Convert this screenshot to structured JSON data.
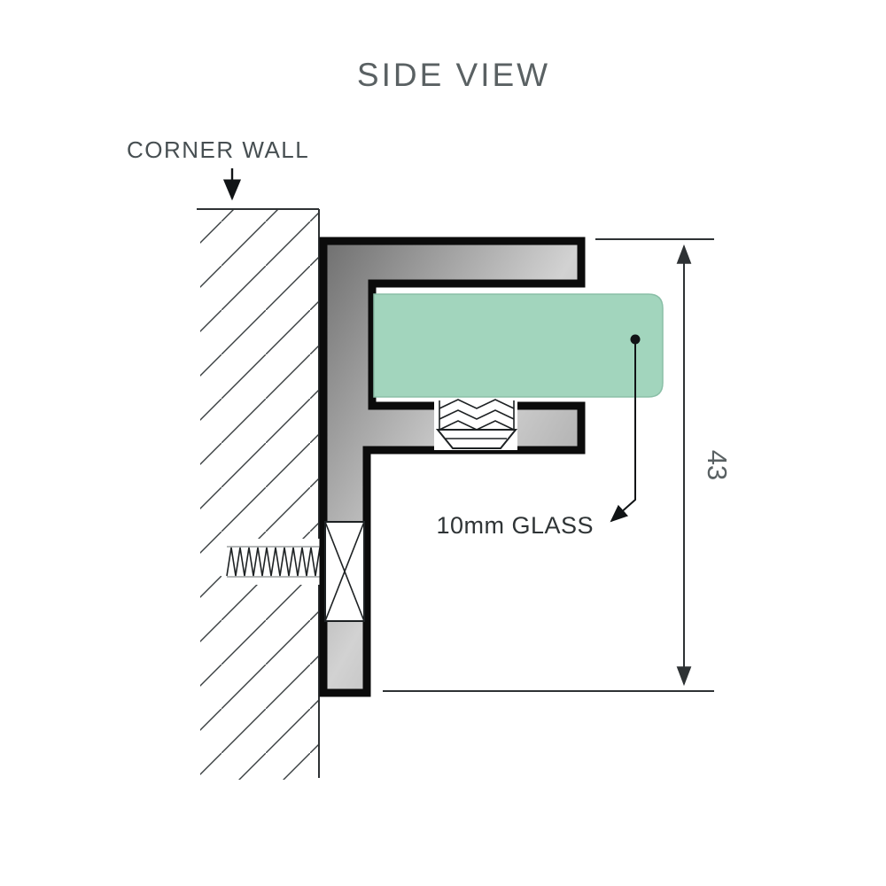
{
  "diagram": {
    "title": "SIDE VIEW",
    "corner_wall_label": "CORNER WALL",
    "glass_label": "10mm GLASS",
    "dimension_value": "43",
    "colors": {
      "glass_green": "#a2d5bd",
      "glass_edge": "#8abfa7",
      "metal_dark": "#6f6f6f",
      "metal_light": "#d2d2d2",
      "metal_mid": "#8e8e8e",
      "outline": "#0b0b0b",
      "text_gray": "#5a6163",
      "text_dark": "#2f3436",
      "line": "#2e3234"
    }
  }
}
